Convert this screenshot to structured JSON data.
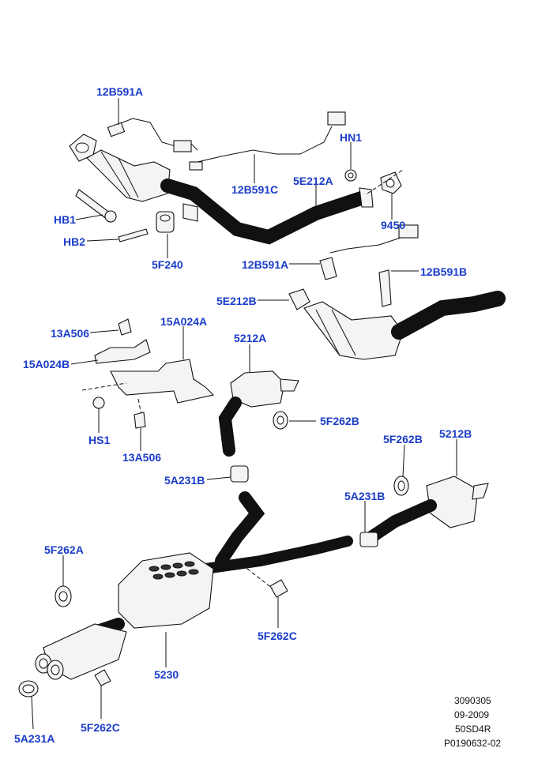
{
  "labels": {
    "l12B591A_top": "12B591A",
    "lHN1": "HN1",
    "l12B591C": "12B591C",
    "l5E212A": "5E212A",
    "lHB1": "HB1",
    "l9450": "9450",
    "lHB2": "HB2",
    "l5F240": "5F240",
    "l12B591A_mid": "12B591A",
    "l12B591B": "12B591B",
    "l5E212B": "5E212B",
    "l13A506_top": "13A506",
    "l15A024A": "15A024A",
    "l5212A": "5212A",
    "l15A024B": "15A024B",
    "l5F262B_mid": "5F262B",
    "lHS1": "HS1",
    "l13A506_bot": "13A506",
    "l5F262B_right": "5F262B",
    "l5212B": "5212B",
    "l5A231B_left": "5A231B",
    "l5A231B_right": "5A231B",
    "l5F262A": "5F262A",
    "l5F262C_mid": "5F262C",
    "l5230": "5230",
    "l5F262C_bot": "5F262C",
    "l5A231A": "5A231A"
  },
  "meta": {
    "line1": "3090305",
    "line2": "09-2009",
    "line3": "50SD4R",
    "line4": "P0190632-02"
  },
  "colors": {
    "label": "#1a3cc8",
    "line": "#111111",
    "background": "#ffffff"
  }
}
